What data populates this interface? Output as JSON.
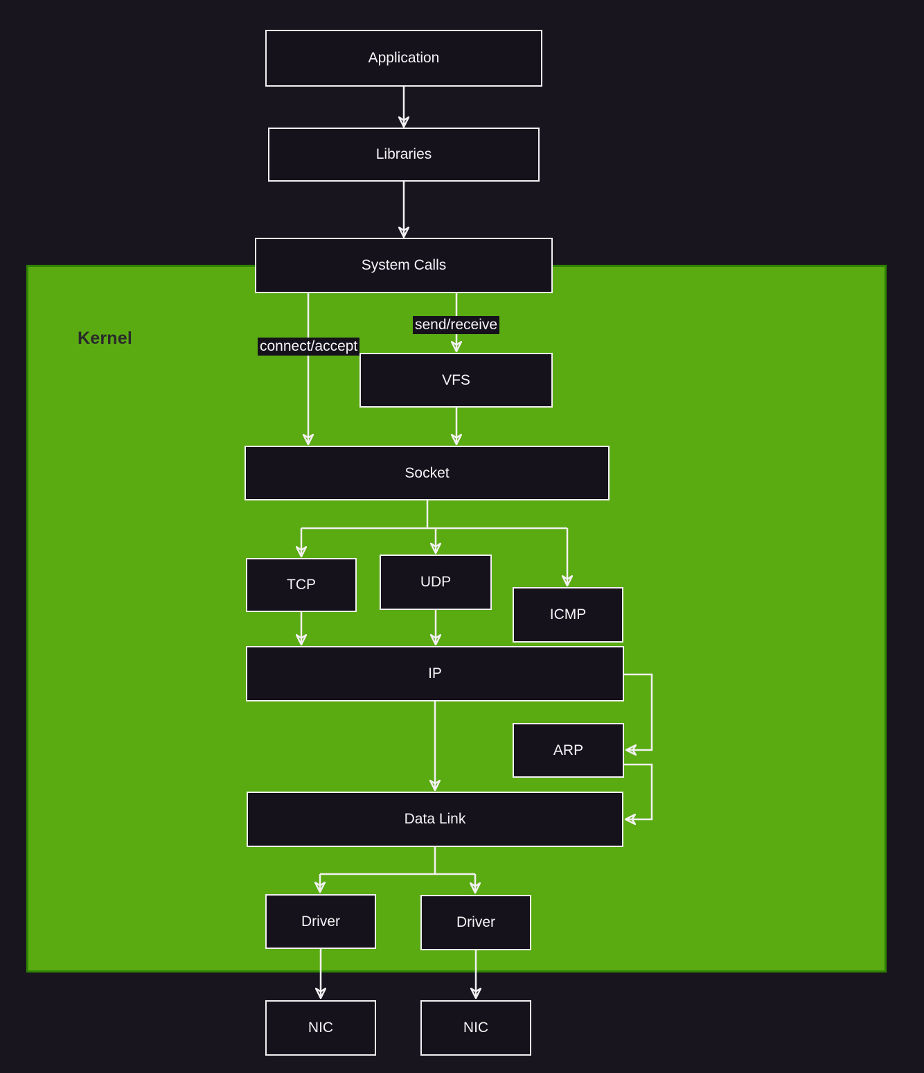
{
  "kernel": {
    "label": "Kernel"
  },
  "nodes": {
    "application": {
      "label": "Application"
    },
    "libraries": {
      "label": "Libraries"
    },
    "system_calls": {
      "label": "System Calls"
    },
    "vfs": {
      "label": "VFS"
    },
    "socket": {
      "label": "Socket"
    },
    "tcp": {
      "label": "TCP"
    },
    "udp": {
      "label": "UDP"
    },
    "icmp": {
      "label": "ICMP"
    },
    "ip": {
      "label": "IP"
    },
    "arp": {
      "label": "ARP"
    },
    "data_link": {
      "label": "Data Link"
    },
    "driver1": {
      "label": "Driver"
    },
    "driver2": {
      "label": "Driver"
    },
    "nic1": {
      "label": "NIC"
    },
    "nic2": {
      "label": "NIC"
    }
  },
  "edge_labels": {
    "send_receive": "send/receive",
    "connect_accept": "connect/accept"
  },
  "colors": {
    "background": "#18151f",
    "node_fill": "#15121b",
    "node_border": "#f2f0f2",
    "kernel_fill": "#5aab12",
    "kernel_border": "#2f8202",
    "kernel_text": "#2a2a2a",
    "text": "#f5f3f6",
    "connector": "#f2f0f2"
  }
}
